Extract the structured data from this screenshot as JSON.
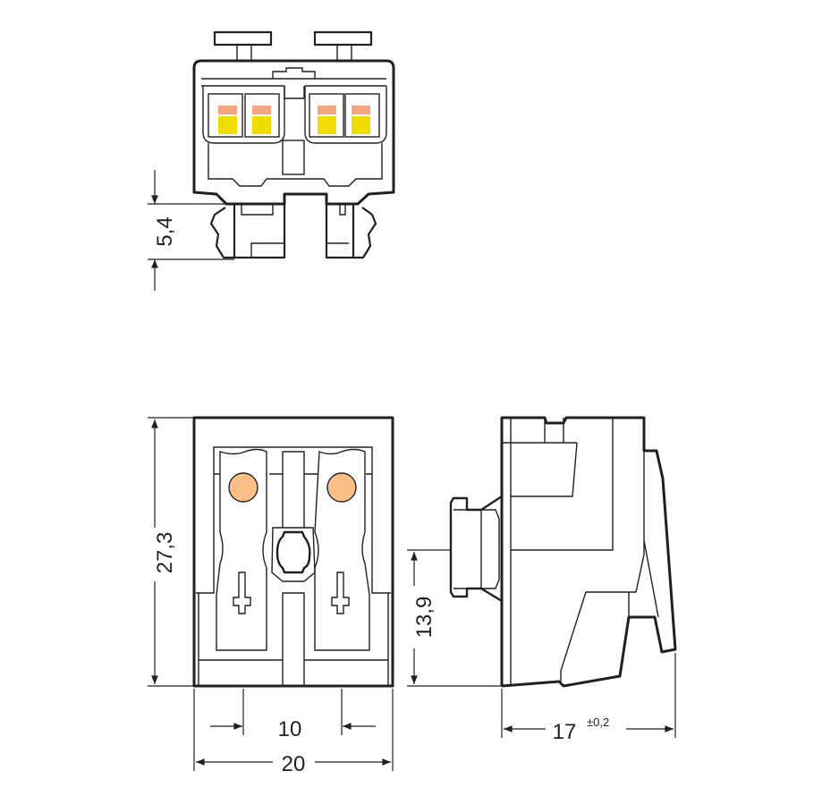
{
  "dimensions": {
    "clip_height": "5,4",
    "height": "27,3",
    "plug_height": "13,9",
    "pitch": "10",
    "width": "20",
    "depth": "17",
    "depth_tolerance": "±0,2"
  },
  "colors": {
    "line": "#231f20",
    "contact_yellow": "#f0dc00",
    "contact_orange": "#f4a582",
    "marker_orange": "#fbbf87"
  }
}
